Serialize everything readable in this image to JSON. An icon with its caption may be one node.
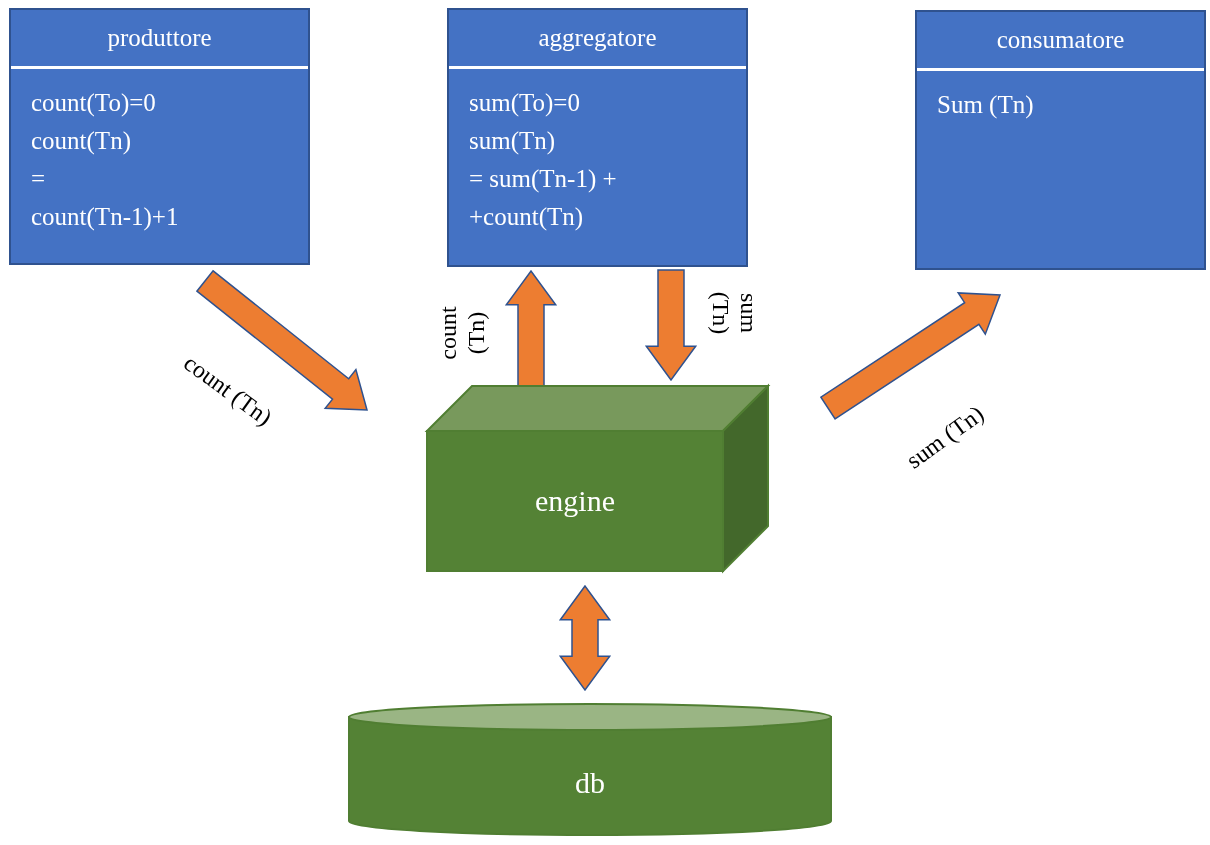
{
  "diagram": {
    "nodes": [
      {
        "text": [
          "produttore",
          "count(To)=0",
          "count(Tn)",
          "=",
          "count(Tn-1)+1"
        ]
      },
      {
        "text": [
          "aggregatore",
          "sum(To)=0",
          "sum(Tn)",
          "= sum(Tn-1) +",
          "+count(Tn)"
        ]
      },
      {
        "text": [
          "consumatore",
          "Sum (Tn)"
        ]
      },
      {
        "text": [
          "engine"
        ]
      },
      {
        "text": [
          "db"
        ]
      }
    ],
    "edges": [
      {
        "from": 0,
        "to": 3,
        "arrow": "to",
        "label": "count (Tn)",
        "style": "thick"
      },
      {
        "from": 3,
        "to": 1,
        "arrow": "to",
        "label": "count (Tn)",
        "style": "thick"
      },
      {
        "from": 1,
        "to": 3,
        "arrow": "to",
        "label": "sum (Tn)",
        "style": "thick"
      },
      {
        "from": 3,
        "to": 2,
        "arrow": "to",
        "label": "sum (Tn)",
        "style": "thick"
      },
      {
        "from": 3,
        "to": 4,
        "arrow": "both",
        "style": "thick"
      }
    ]
  }
}
